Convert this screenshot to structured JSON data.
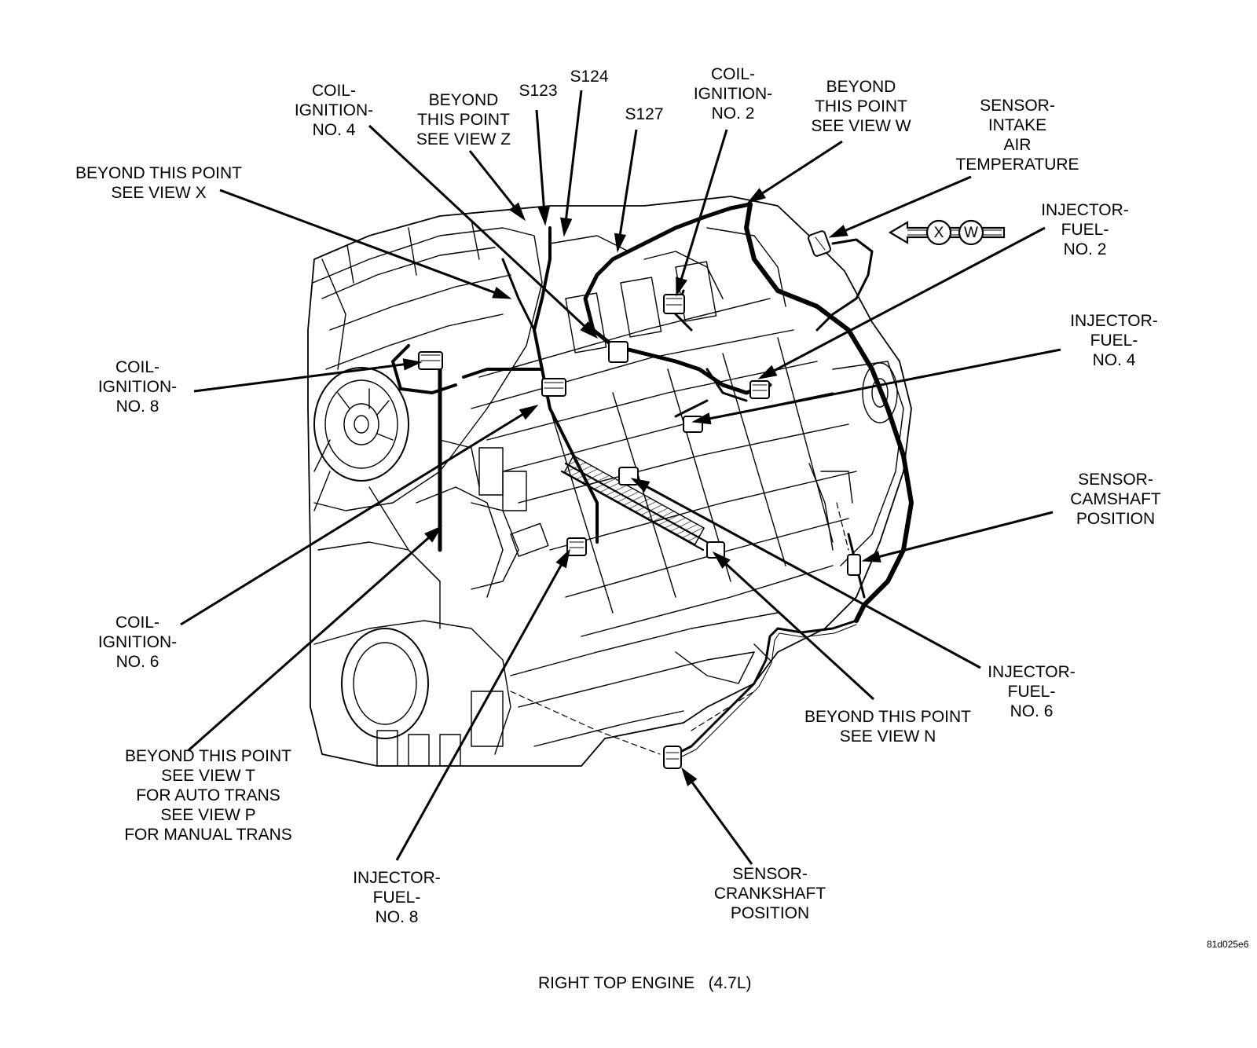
{
  "figure": {
    "caption": "RIGHT TOP ENGINE   (4.7L)",
    "code": "81d025e6",
    "view_arrow": {
      "markers": [
        "X",
        "W"
      ]
    }
  },
  "callouts": [
    {
      "id": "view-x",
      "text": "BEYOND THIS POINT\nSEE VIEW X"
    },
    {
      "id": "coil-4",
      "text": "COIL-\nIGNITION-\nNO. 4"
    },
    {
      "id": "view-z",
      "text": "BEYOND\nTHIS POINT\nSEE VIEW Z"
    },
    {
      "id": "s123",
      "text": "S123"
    },
    {
      "id": "s124",
      "text": "S124"
    },
    {
      "id": "s127",
      "text": "S127"
    },
    {
      "id": "coil-2",
      "text": "COIL-\nIGNITION-\nNO. 2"
    },
    {
      "id": "view-w",
      "text": "BEYOND\nTHIS POINT\nSEE VIEW W"
    },
    {
      "id": "iat",
      "text": "SENSOR-\nINTAKE\nAIR\nTEMPERATURE"
    },
    {
      "id": "inj-2",
      "text": "INJECTOR-\nFUEL-\nNO. 2"
    },
    {
      "id": "inj-4",
      "text": "INJECTOR-\nFUEL-\nNO. 4"
    },
    {
      "id": "coil-8",
      "text": "COIL-\nIGNITION-\nNO. 8"
    },
    {
      "id": "cam",
      "text": "SENSOR-\nCAMSHAFT\nPOSITION"
    },
    {
      "id": "coil-6",
      "text": "COIL-\nIGNITION-\nNO. 6"
    },
    {
      "id": "inj-6",
      "text": "INJECTOR-\nFUEL-\nNO. 6"
    },
    {
      "id": "view-n",
      "text": "BEYOND THIS POINT\nSEE VIEW N"
    },
    {
      "id": "view-t",
      "text": "BEYOND THIS POINT\nSEE VIEW T\nFOR AUTO TRANS\nSEE VIEW P\nFOR MANUAL TRANS"
    },
    {
      "id": "inj-8",
      "text": "INJECTOR-\nFUEL-\nNO. 8"
    },
    {
      "id": "crank",
      "text": "SENSOR-\nCRANKSHAFT\nPOSITION"
    }
  ]
}
